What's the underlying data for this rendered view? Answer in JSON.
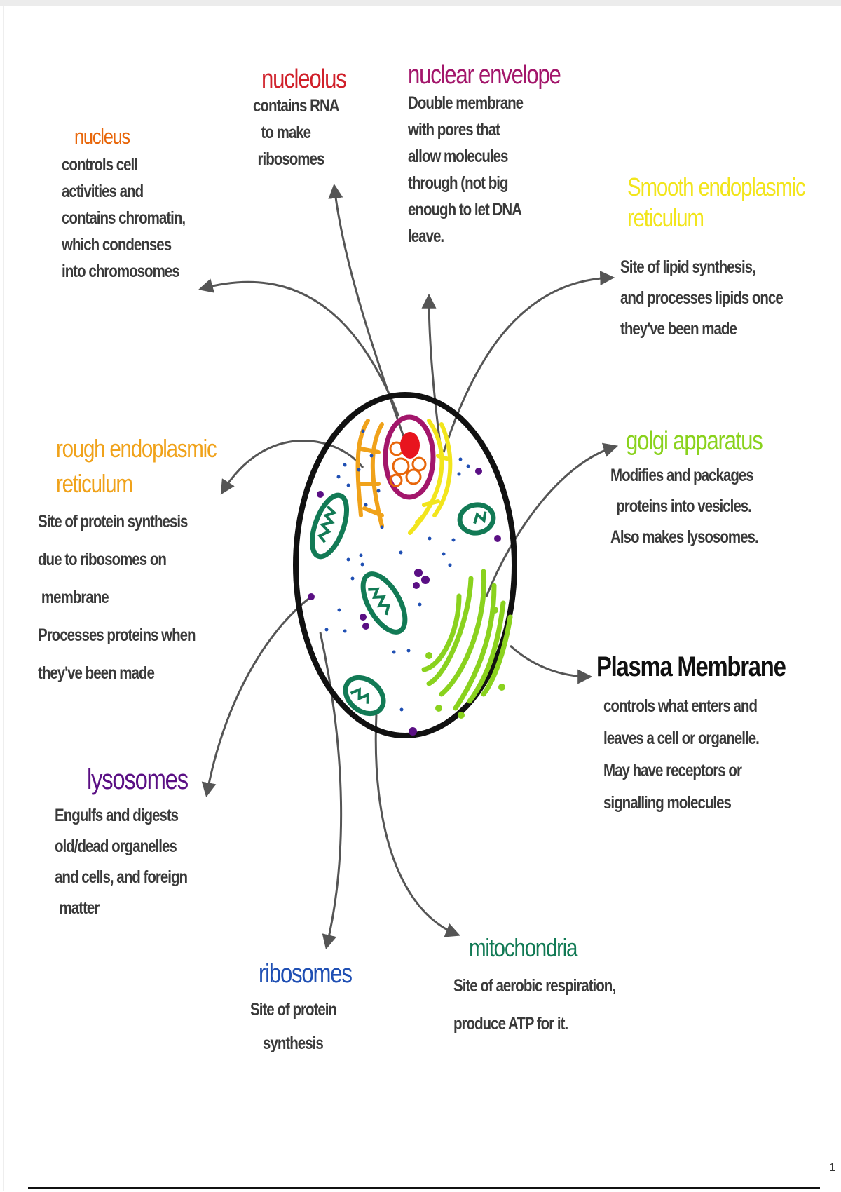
{
  "colors": {
    "nucleus": "#e8660a",
    "nucleolus": "#d0202a",
    "nuclear_envelope": "#a3166b",
    "smooth_er": "#f2e51c",
    "rough_er": "#f0a21a",
    "golgi": "#8ad21e",
    "plasma_membrane": "#111111",
    "lysosomes": "#5a0f84",
    "ribosomes": "#1f4fb3",
    "mitochondria": "#127a55",
    "arrow": "#555555"
  },
  "labels": {
    "nucleus": {
      "title": "nucleus",
      "lines": [
        "controls cell",
        "activities and",
        "contains chromatin,",
        "which condenses",
        "into chromosomes"
      ]
    },
    "nucleolus": {
      "title": "nucleolus",
      "lines": [
        "contains RNA",
        "to make",
        "ribosomes"
      ]
    },
    "nuclear_envelope": {
      "title": "nuclear envelope",
      "lines": [
        "Double membrane",
        "with pores that",
        "allow molecules",
        "through (not big",
        "enough to let DNA",
        "leave."
      ]
    },
    "smooth_er": {
      "title_lines": [
        "Smooth endoplasmic",
        "reticulum"
      ],
      "lines": [
        "Site of lipid synthesis,",
        "and processes lipids once",
        "they've been made"
      ]
    },
    "rough_er": {
      "title_lines": [
        "rough endoplasmic",
        "reticulum"
      ],
      "lines": [
        "Site of protein synthesis",
        "due to ribosomes on",
        "membrane",
        "Processes proteins when",
        "they've been made"
      ]
    },
    "golgi": {
      "title": "golgi apparatus",
      "lines": [
        "Modifies and packages",
        "proteins into vesicles.",
        "Also makes lysosomes."
      ]
    },
    "plasma_membrane": {
      "title": "Plasma Membrane",
      "lines": [
        "controls what enters and",
        "leaves a cell or organelle.",
        "May have receptors or",
        "signalling molecules"
      ]
    },
    "lysosomes": {
      "title": "lysosomes",
      "lines": [
        "Engulfs and digests",
        "old/dead organelles",
        "and cells, and foreign",
        "matter"
      ]
    },
    "ribosomes": {
      "title": "ribosomes",
      "lines": [
        "Site of protein",
        "synthesis"
      ]
    },
    "mitochondria": {
      "title": "mitochondria",
      "lines": [
        "Site of aerobic respiration,",
        "produce ATP for it."
      ]
    }
  },
  "page_number": "1"
}
